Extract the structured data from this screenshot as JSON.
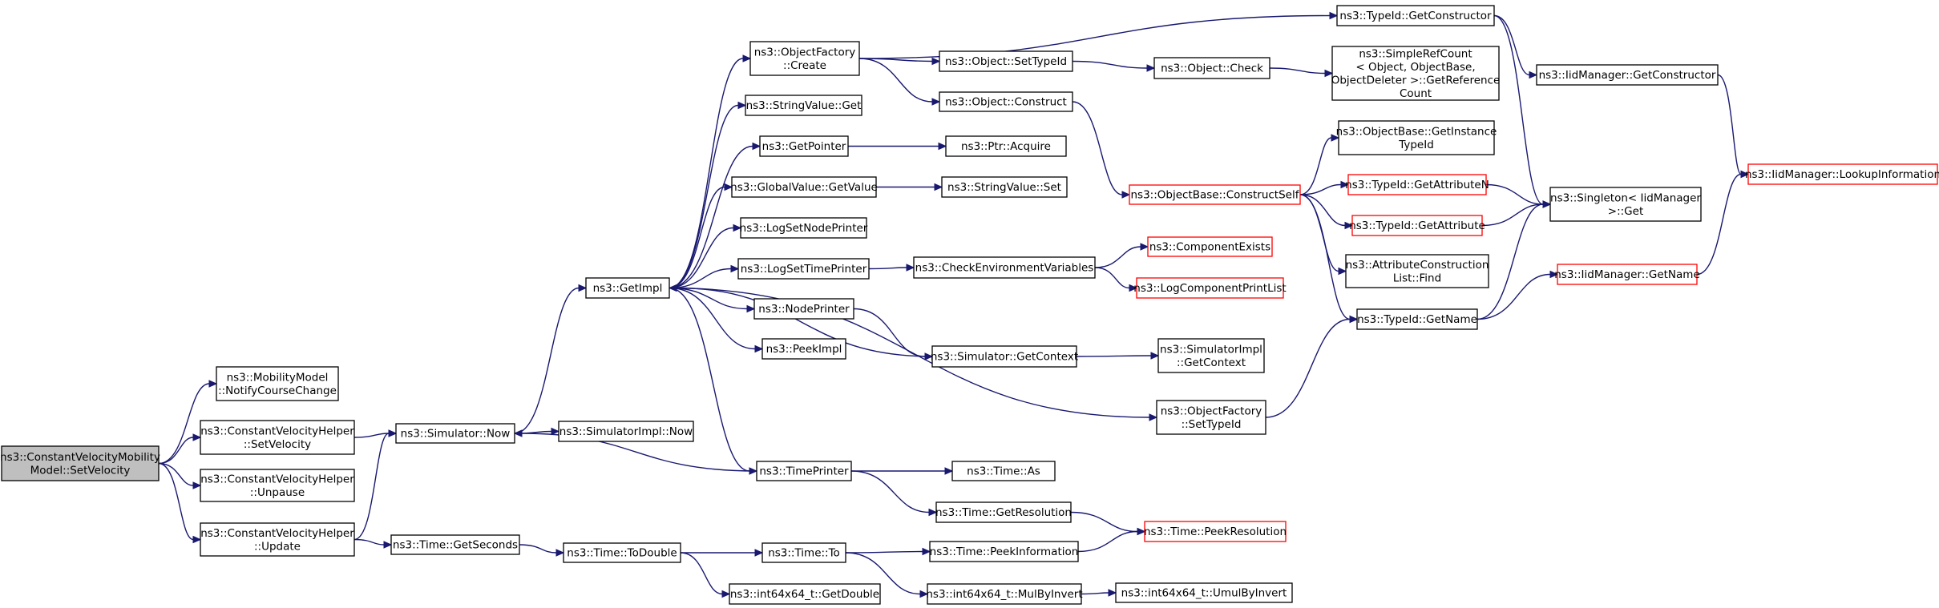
{
  "nodes": [
    {
      "id": "root",
      "lines": [
        "ns3::ConstantVelocityMobility",
        "Model::SetVelocity"
      ],
      "style": "root"
    },
    {
      "id": "notify",
      "lines": [
        "ns3::MobilityModel",
        "::NotifyCourseChange"
      ]
    },
    {
      "id": "cvh_setvel",
      "lines": [
        "ns3::ConstantVelocityHelper",
        "::SetVelocity"
      ]
    },
    {
      "id": "cvh_unpause",
      "lines": [
        "ns3::ConstantVelocityHelper",
        "::Unpause"
      ]
    },
    {
      "id": "cvh_update",
      "lines": [
        "ns3::ConstantVelocityHelper",
        "::Update"
      ]
    },
    {
      "id": "sim_now",
      "lines": [
        "ns3::Simulator::Now"
      ]
    },
    {
      "id": "simimpl_now",
      "lines": [
        "ns3::SimulatorImpl::Now"
      ]
    },
    {
      "id": "getimpl",
      "lines": [
        "ns3::GetImpl"
      ]
    },
    {
      "id": "of_create",
      "lines": [
        "ns3::ObjectFactory",
        "::Create"
      ]
    },
    {
      "id": "strval_get",
      "lines": [
        "ns3::StringValue::Get"
      ]
    },
    {
      "id": "getpointer",
      "lines": [
        "ns3::GetPointer"
      ]
    },
    {
      "id": "gv_getvalue",
      "lines": [
        "ns3::GlobalValue::GetValue"
      ]
    },
    {
      "id": "lognodeprinter",
      "lines": [
        "ns3::LogSetNodePrinter"
      ]
    },
    {
      "id": "logtimeprinter",
      "lines": [
        "ns3::LogSetTimePrinter"
      ]
    },
    {
      "id": "nodeprinter",
      "lines": [
        "ns3::NodePrinter"
      ]
    },
    {
      "id": "peekimpl",
      "lines": [
        "ns3::PeekImpl"
      ]
    },
    {
      "id": "timeprinter",
      "lines": [
        "ns3::TimePrinter"
      ]
    },
    {
      "id": "time_getseconds",
      "lines": [
        "ns3::Time::GetSeconds"
      ]
    },
    {
      "id": "time_todouble",
      "lines": [
        "ns3::Time::ToDouble"
      ]
    },
    {
      "id": "int_getdouble",
      "lines": [
        "ns3::int64x64_t::GetDouble"
      ]
    },
    {
      "id": "time_to",
      "lines": [
        "ns3::Time::To"
      ]
    },
    {
      "id": "obj_settypeid",
      "lines": [
        "ns3::Object::SetTypeId"
      ]
    },
    {
      "id": "obj_construct",
      "lines": [
        "ns3::Object::Construct"
      ]
    },
    {
      "id": "ptr_acquire",
      "lines": [
        "ns3::Ptr::Acquire"
      ]
    },
    {
      "id": "strval_set",
      "lines": [
        "ns3::StringValue::Set"
      ]
    },
    {
      "id": "checkenv",
      "lines": [
        "ns3::CheckEnvironmentVariables"
      ]
    },
    {
      "id": "sim_getcontext",
      "lines": [
        "ns3::Simulator::GetContext"
      ]
    },
    {
      "id": "time_as",
      "lines": [
        "ns3::Time::As"
      ]
    },
    {
      "id": "time_getres",
      "lines": [
        "ns3::Time::GetResolution"
      ]
    },
    {
      "id": "time_peekinfo",
      "lines": [
        "ns3::Time::PeekInformation"
      ]
    },
    {
      "id": "int_mulbyinvert",
      "lines": [
        "ns3::int64x64_t::MulByInvert"
      ]
    },
    {
      "id": "tid_getconstructor",
      "lines": [
        "ns3::TypeId::GetConstructor"
      ]
    },
    {
      "id": "obj_check",
      "lines": [
        "ns3::Object::Check"
      ]
    },
    {
      "id": "objbase_constructself",
      "lines": [
        "ns3::ObjectBase::ConstructSelf"
      ],
      "style": "red"
    },
    {
      "id": "compexists",
      "lines": [
        "ns3::ComponentExists"
      ],
      "style": "red"
    },
    {
      "id": "logcompprint",
      "lines": [
        "ns3::LogComponentPrintList"
      ],
      "style": "red"
    },
    {
      "id": "simimpl_getcontext",
      "lines": [
        "ns3::SimulatorImpl",
        "::GetContext"
      ]
    },
    {
      "id": "of_settypeid",
      "lines": [
        "ns3::ObjectFactory",
        "::SetTypeId"
      ]
    },
    {
      "id": "time_peekres",
      "lines": [
        "ns3::Time::PeekResolution"
      ],
      "style": "red"
    },
    {
      "id": "int_umulbyinvert",
      "lines": [
        "ns3::int64x64_t::UmulByInvert"
      ]
    },
    {
      "id": "simplerefcount",
      "lines": [
        "ns3::SimpleRefCount",
        "< Object, ObjectBase,",
        "ObjectDeleter >::GetReference",
        "Count"
      ]
    },
    {
      "id": "objbase_getinstance",
      "lines": [
        "ns3::ObjectBase::GetInstance",
        "TypeId"
      ]
    },
    {
      "id": "tid_getattrn",
      "lines": [
        "ns3::TypeId::GetAttributeN"
      ],
      "style": "red"
    },
    {
      "id": "tid_getattr",
      "lines": [
        "ns3::TypeId::GetAttribute"
      ],
      "style": "red"
    },
    {
      "id": "attrconst_find",
      "lines": [
        "ns3::AttributeConstruction",
        "List::Find"
      ]
    },
    {
      "id": "tid_getname",
      "lines": [
        "ns3::TypeId::GetName"
      ]
    },
    {
      "id": "iid_getconstructor",
      "lines": [
        "ns3::IidManager::GetConstructor"
      ]
    },
    {
      "id": "singleton_get",
      "lines": [
        "ns3::Singleton< IidManager",
        ">::Get"
      ]
    },
    {
      "id": "iid_getname",
      "lines": [
        "ns3::IidManager::GetName"
      ],
      "style": "red"
    },
    {
      "id": "iid_lookup",
      "lines": [
        "ns3::IidManager::LookupInformation"
      ],
      "style": "red"
    }
  ],
  "edges": [
    [
      "root",
      "notify"
    ],
    [
      "root",
      "cvh_setvel"
    ],
    [
      "root",
      "cvh_unpause"
    ],
    [
      "root",
      "cvh_update"
    ],
    [
      "cvh_setvel",
      "sim_now"
    ],
    [
      "cvh_update",
      "sim_now"
    ],
    [
      "cvh_update",
      "time_getseconds"
    ],
    [
      "sim_now",
      "simimpl_now"
    ],
    [
      "sim_now",
      "getimpl"
    ],
    [
      "getimpl",
      "of_create"
    ],
    [
      "getimpl",
      "strval_get"
    ],
    [
      "getimpl",
      "getpointer"
    ],
    [
      "getimpl",
      "gv_getvalue"
    ],
    [
      "getimpl",
      "lognodeprinter"
    ],
    [
      "getimpl",
      "logtimeprinter"
    ],
    [
      "getimpl",
      "nodeprinter"
    ],
    [
      "getimpl",
      "peekimpl"
    ],
    [
      "getimpl",
      "timeprinter"
    ],
    [
      "getimpl",
      "of_settypeid"
    ],
    [
      "timeprinter",
      "sim_now"
    ],
    [
      "sim_getcontext",
      "getimpl"
    ],
    [
      "of_create",
      "obj_settypeid"
    ],
    [
      "of_create",
      "obj_construct"
    ],
    [
      "of_create",
      "tid_getconstructor"
    ],
    [
      "getpointer",
      "ptr_acquire"
    ],
    [
      "gv_getvalue",
      "strval_set"
    ],
    [
      "logtimeprinter",
      "checkenv"
    ],
    [
      "nodeprinter",
      "sim_getcontext"
    ],
    [
      "timeprinter",
      "time_as"
    ],
    [
      "timeprinter",
      "time_getres"
    ],
    [
      "time_getseconds",
      "time_todouble"
    ],
    [
      "time_todouble",
      "time_to"
    ],
    [
      "time_todouble",
      "int_getdouble"
    ],
    [
      "time_to",
      "time_peekinfo"
    ],
    [
      "time_to",
      "int_mulbyinvert"
    ],
    [
      "obj_settypeid",
      "obj_check"
    ],
    [
      "obj_check",
      "simplerefcount"
    ],
    [
      "obj_construct",
      "objbase_constructself"
    ],
    [
      "checkenv",
      "compexists"
    ],
    [
      "checkenv",
      "logcompprint"
    ],
    [
      "sim_getcontext",
      "simimpl_getcontext"
    ],
    [
      "time_getres",
      "time_peekres"
    ],
    [
      "time_peekinfo",
      "time_peekres"
    ],
    [
      "int_mulbyinvert",
      "int_umulbyinvert"
    ],
    [
      "of_settypeid",
      "tid_getname"
    ],
    [
      "objbase_constructself",
      "objbase_getinstance"
    ],
    [
      "objbase_constructself",
      "tid_getattrn"
    ],
    [
      "objbase_constructself",
      "tid_getattr"
    ],
    [
      "objbase_constructself",
      "attrconst_find"
    ],
    [
      "objbase_constructself",
      "tid_getname"
    ],
    [
      "tid_getconstructor",
      "iid_getconstructor"
    ],
    [
      "tid_getconstructor",
      "singleton_get"
    ],
    [
      "tid_getattrn",
      "singleton_get"
    ],
    [
      "tid_getattr",
      "singleton_get"
    ],
    [
      "tid_getname",
      "singleton_get"
    ],
    [
      "tid_getname",
      "iid_getname"
    ],
    [
      "iid_getconstructor",
      "iid_lookup"
    ],
    [
      "iid_getname",
      "iid_lookup"
    ]
  ]
}
